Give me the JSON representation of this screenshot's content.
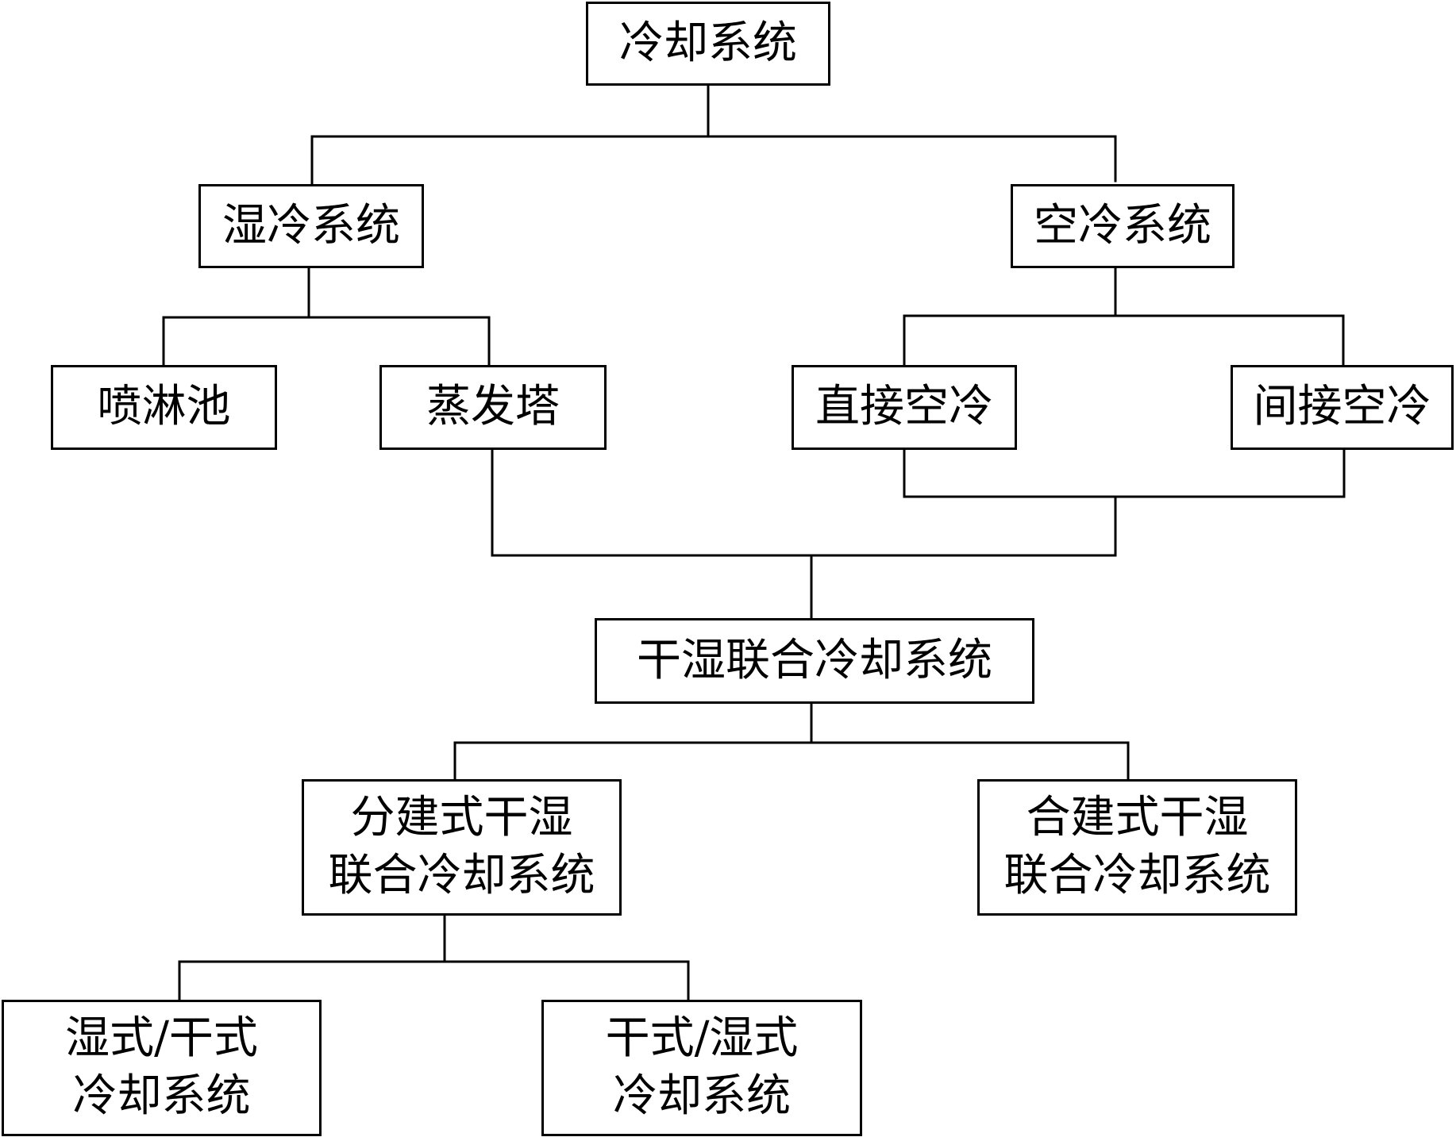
{
  "diagram": {
    "nodes": [
      {
        "id": "cooling-system",
        "label": "冷却系统"
      },
      {
        "id": "wet-cooling-system",
        "label": "湿冷系统"
      },
      {
        "id": "air-cooling-system",
        "label": "空冷系统"
      },
      {
        "id": "spray-pond",
        "label": "喷淋池"
      },
      {
        "id": "evaporative-tower",
        "label": "蒸发塔"
      },
      {
        "id": "direct-air-cooling",
        "label": "直接空冷"
      },
      {
        "id": "indirect-air-cooling",
        "label": "间接空冷"
      },
      {
        "id": "hybrid-cooling-system",
        "label": "干湿联合冷却系统"
      },
      {
        "id": "separate-hybrid-system",
        "label": "分建式干湿\n联合冷却系统"
      },
      {
        "id": "combined-hybrid-system",
        "label": "合建式干湿\n联合冷却系统"
      },
      {
        "id": "wet-dry-cooling-system",
        "label": "湿式/干式\n冷却系统"
      },
      {
        "id": "dry-wet-cooling-system",
        "label": "干式/湿式\n冷却系统"
      }
    ],
    "edges": [
      {
        "from": "cooling-system",
        "to": "wet-cooling-system"
      },
      {
        "from": "cooling-system",
        "to": "air-cooling-system"
      },
      {
        "from": "wet-cooling-system",
        "to": "spray-pond"
      },
      {
        "from": "wet-cooling-system",
        "to": "evaporative-tower"
      },
      {
        "from": "air-cooling-system",
        "to": "direct-air-cooling"
      },
      {
        "from": "air-cooling-system",
        "to": "indirect-air-cooling"
      },
      {
        "from": "evaporative-tower",
        "to": "hybrid-cooling-system"
      },
      {
        "from": "direct-air-cooling",
        "to": "hybrid-cooling-system"
      },
      {
        "from": "indirect-air-cooling",
        "to": "hybrid-cooling-system"
      },
      {
        "from": "hybrid-cooling-system",
        "to": "separate-hybrid-system"
      },
      {
        "from": "hybrid-cooling-system",
        "to": "combined-hybrid-system"
      },
      {
        "from": "separate-hybrid-system",
        "to": "wet-dry-cooling-system"
      },
      {
        "from": "separate-hybrid-system",
        "to": "dry-wet-cooling-system"
      }
    ]
  }
}
